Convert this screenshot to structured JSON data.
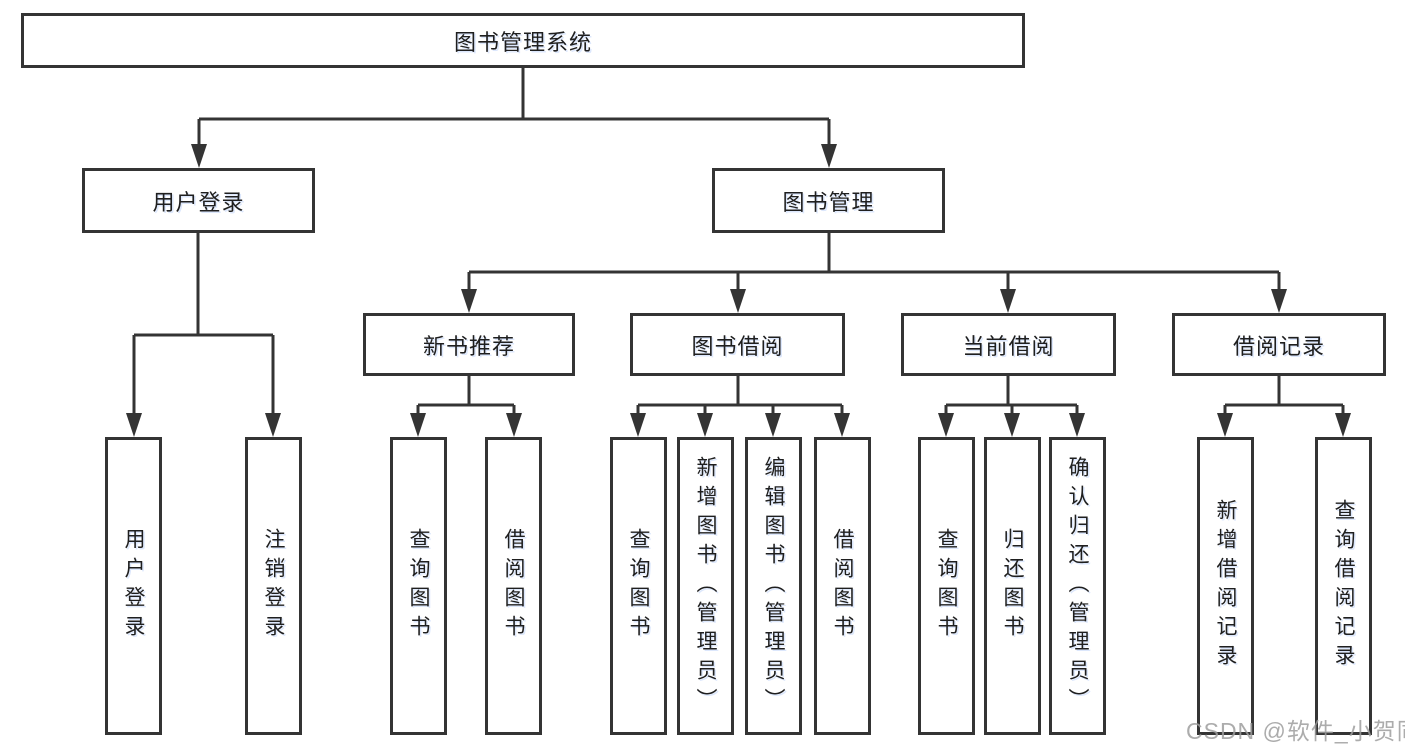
{
  "title": "图书管理系统",
  "watermark": "CSDN @软件_小贺同学",
  "colors": {
    "line": "#343434",
    "box_border": "#343434",
    "text": "#1f1f1f",
    "watermark": "#9e9e9e",
    "background": "#ffffff"
  },
  "nodes": {
    "root": {
      "label": "图书管理系统"
    },
    "user_login": {
      "label": "用户登录"
    },
    "book_management": {
      "label": "图书管理"
    },
    "new_book_recommend": {
      "label": "新书推荐"
    },
    "book_borrowing": {
      "label": "图书借阅"
    },
    "current_borrowing": {
      "label": "当前借阅"
    },
    "borrowing_records": {
      "label": "借阅记录"
    },
    "login_leaf": {
      "label": "用户登录"
    },
    "logout_leaf": {
      "label": "注销登录"
    },
    "recommend_query_books": {
      "label": "查询图书"
    },
    "recommend_borrow_books": {
      "label": "借阅图书"
    },
    "borrowing_query_books": {
      "label": "查询图书"
    },
    "borrowing_add_books": {
      "label": "新增图书（管理员）"
    },
    "borrowing_edit_books": {
      "label": "编辑图书（管理员）"
    },
    "borrowing_borrow_books": {
      "label": "借阅图书"
    },
    "current_query_books": {
      "label": "查询图书"
    },
    "current_return_books": {
      "label": "归还图书"
    },
    "current_confirm_return": {
      "label": "确认归还（管理员）"
    },
    "records_add_record": {
      "label": "新增借阅记录"
    },
    "records_query_record": {
      "label": "查询借阅记录"
    }
  },
  "hierarchy": {
    "root": "图书管理系统",
    "children": [
      {
        "label": "用户登录",
        "children": [
          "用户登录",
          "注销登录"
        ]
      },
      {
        "label": "图书管理",
        "children": [
          {
            "label": "新书推荐",
            "children": [
              "查询图书",
              "借阅图书"
            ]
          },
          {
            "label": "图书借阅",
            "children": [
              "查询图书",
              "新增图书（管理员）",
              "编辑图书（管理员）",
              "借阅图书"
            ]
          },
          {
            "label": "当前借阅",
            "children": [
              "查询图书",
              "归还图书",
              "确认归还（管理员）"
            ]
          },
          {
            "label": "借阅记录",
            "children": [
              "新增借阅记录",
              "查询借阅记录"
            ]
          }
        ]
      }
    ]
  }
}
